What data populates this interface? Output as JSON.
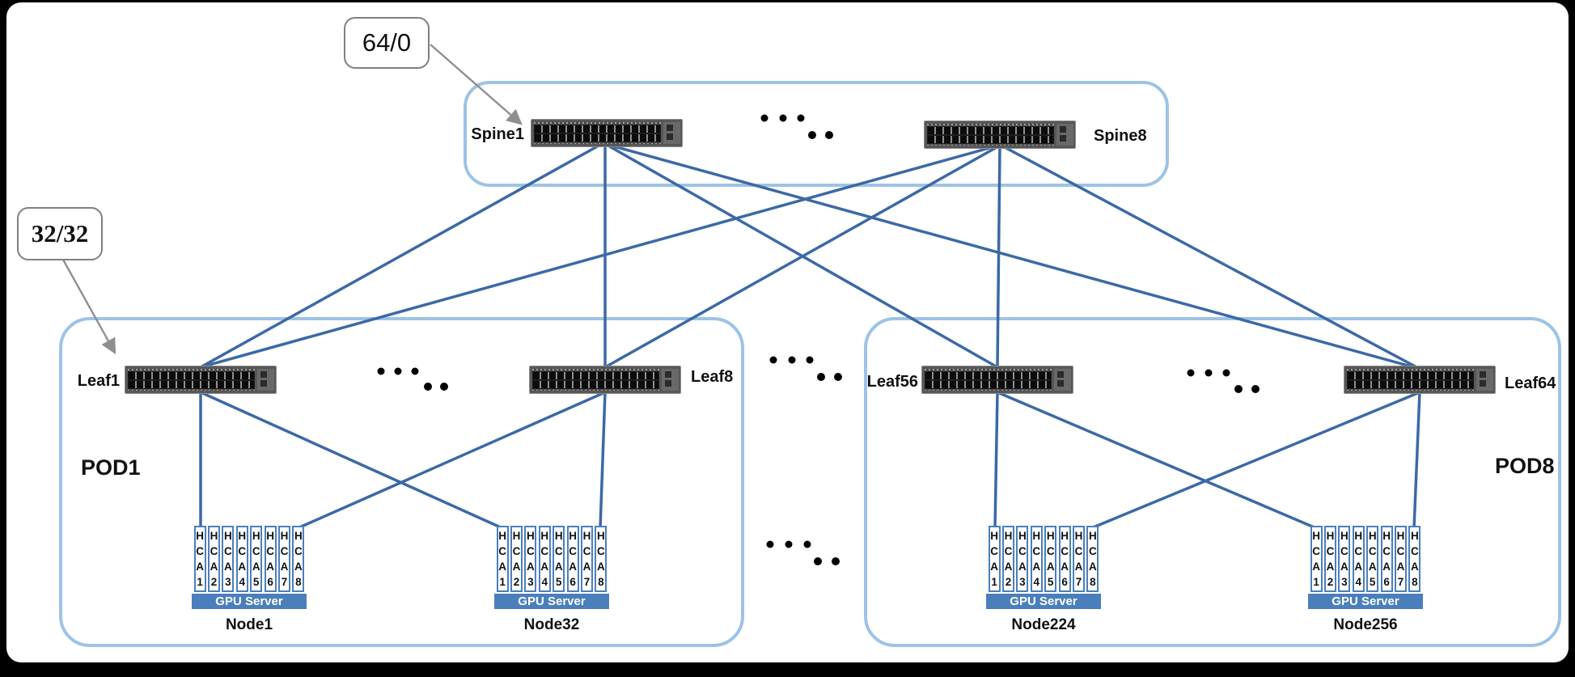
{
  "callouts": {
    "spine_ports": "64/0",
    "leaf_ports": "32/32"
  },
  "spine_layer": {
    "spine1": "Spine1",
    "spine8": "Spine8"
  },
  "pod1": {
    "label": "POD1",
    "leaf_a": "Leaf1",
    "leaf_b": "Leaf8",
    "server_a": {
      "bar": "GPU Server",
      "node": "Node1"
    },
    "server_b": {
      "bar": "GPU Server",
      "node": "Node32"
    }
  },
  "pod8": {
    "label": "POD8",
    "leaf_a": "Leaf56",
    "leaf_b": "Leaf64",
    "server_a": {
      "bar": "GPU Server",
      "node": "Node224"
    },
    "server_b": {
      "bar": "GPU Server",
      "node": "Node256"
    }
  },
  "hca_labels": [
    "H\nC\nA\n1",
    "H\nC\nA\n2",
    "H\nC\nA\n3",
    "H\nC\nA\n4",
    "H\nC\nA\n5",
    "H\nC\nA\n6",
    "H\nC\nA\n7",
    "H\nC\nA\n8"
  ],
  "colors": {
    "box_border": "#9dc3e6",
    "link_line": "#3c69a5",
    "accent_blue": "#4a7fbb",
    "callout_border": "#808080"
  },
  "topology": {
    "spine_leaf_edges": [
      [
        "Spine1",
        "Leaf1"
      ],
      [
        "Spine1",
        "Leaf8"
      ],
      [
        "Spine1",
        "Leaf56"
      ],
      [
        "Spine1",
        "Leaf64"
      ],
      [
        "Spine8",
        "Leaf1"
      ],
      [
        "Spine8",
        "Leaf8"
      ],
      [
        "Spine8",
        "Leaf56"
      ],
      [
        "Spine8",
        "Leaf64"
      ]
    ],
    "leaf_server_edges": [
      [
        "Leaf1",
        "Node1"
      ],
      [
        "Leaf1",
        "Node32"
      ],
      [
        "Leaf8",
        "Node1"
      ],
      [
        "Leaf8",
        "Node32"
      ],
      [
        "Leaf56",
        "Node224"
      ],
      [
        "Leaf56",
        "Node256"
      ],
      [
        "Leaf64",
        "Node224"
      ],
      [
        "Leaf64",
        "Node256"
      ]
    ]
  }
}
